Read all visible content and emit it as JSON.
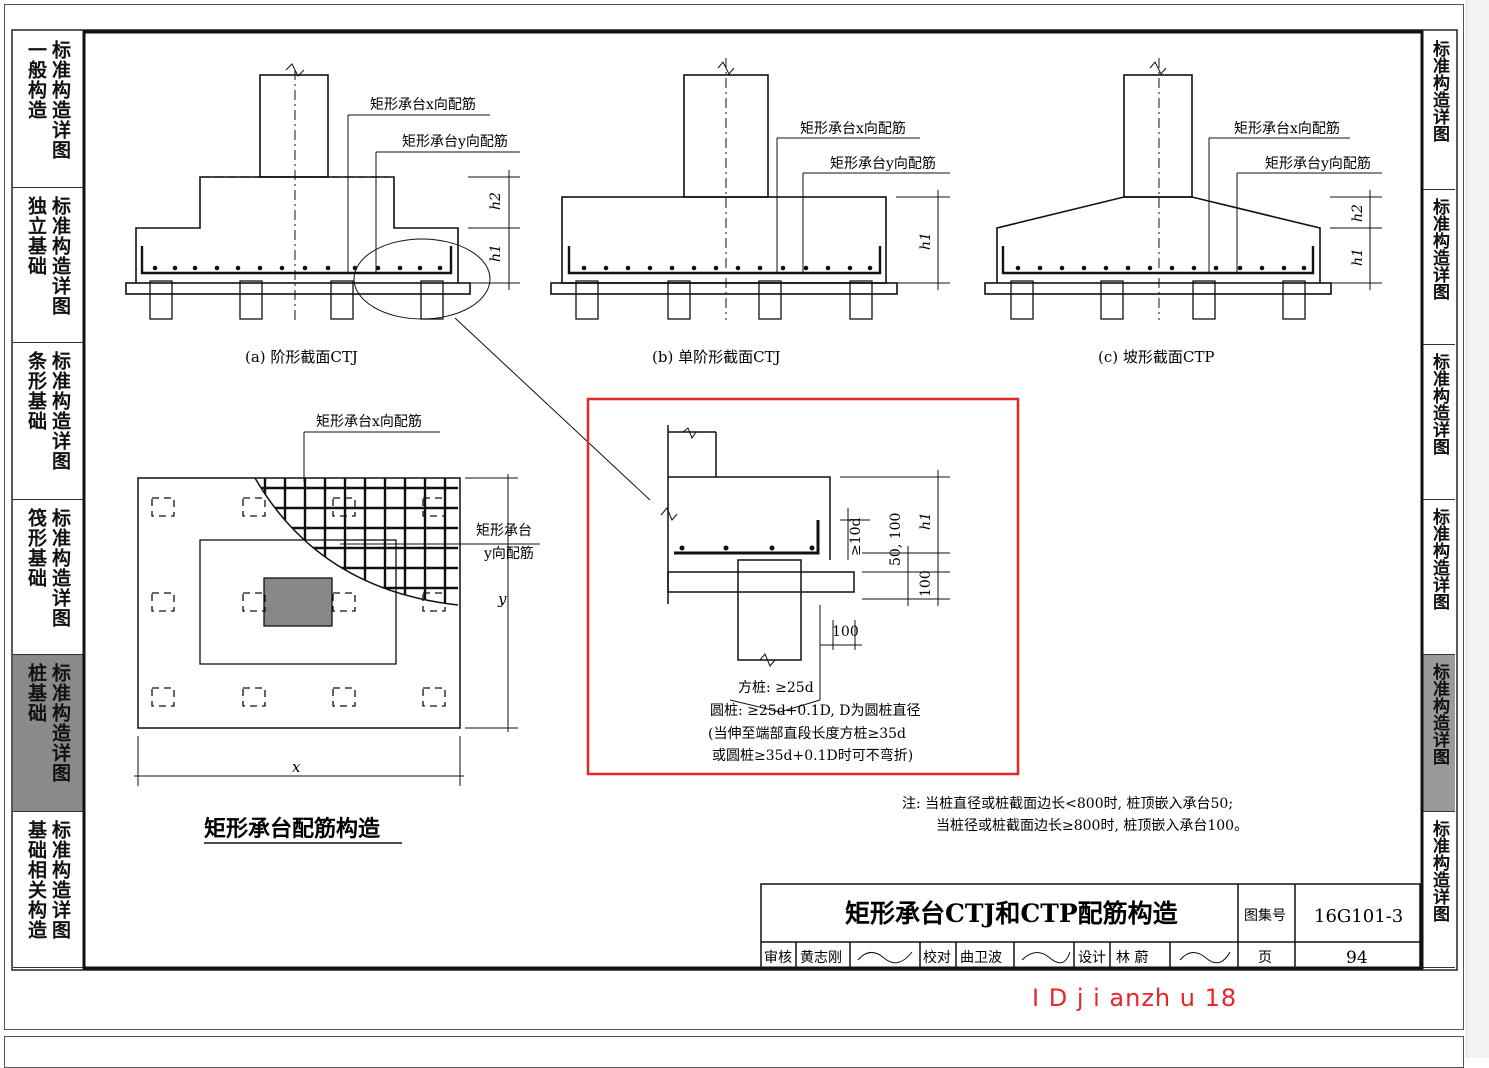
{
  "left_tabs": [
    {
      "cols": [
        "标准构造详图",
        "一般构造"
      ],
      "active": false
    },
    {
      "cols": [
        "标准构造详图",
        "独立基础"
      ],
      "active": false
    },
    {
      "cols": [
        "标准构造详图",
        "条形基础"
      ],
      "active": false
    },
    {
      "cols": [
        "标准构造详图",
        "筏形基础"
      ],
      "active": false
    },
    {
      "cols": [
        "标准构造详图",
        "桩基础"
      ],
      "active": true
    },
    {
      "cols": [
        "标准构造详图",
        "基础相关构造"
      ],
      "active": false
    }
  ],
  "right_tabs": [
    {
      "text": "标准构造详图",
      "active": false
    },
    {
      "text": "标准构造详图",
      "active": false
    },
    {
      "text": "标准构造详图",
      "active": false
    },
    {
      "text": "标准构造详图",
      "active": false
    },
    {
      "text": "标准构造详图",
      "active": true
    },
    {
      "text": "标准构造详图",
      "active": false
    }
  ],
  "sections": {
    "a": {
      "caption": "(a) 阶形截面CTJ",
      "x_label": "矩形承台x向配筋",
      "y_label": "矩形承台y向配筋",
      "h2": "h2",
      "h1": "h1"
    },
    "b": {
      "caption": "(b) 单阶形截面CTJ",
      "x_label": "矩形承台x向配筋",
      "y_label": "矩形承台y向配筋",
      "h1": "h1"
    },
    "c": {
      "caption": "(c) 坡形截面CTP",
      "x_label": "矩形承台x向配筋",
      "y_label": "矩形承台y向配筋",
      "h2": "h2",
      "h1": "h1"
    }
  },
  "plan": {
    "x_label": "矩形承台x向配筋",
    "y_label_1": "矩形承台",
    "y_label_2": "y向配筋",
    "dim_x": "x",
    "dim_y": "y",
    "title": "矩形承台配筋构造"
  },
  "detail": {
    "d1": "≥10d",
    "d2": "50, 100",
    "d3": "h1",
    "d4": "100",
    "d5": "100",
    "line1": "方桩: ≥25d",
    "line2": "圆桩: ≥25d+0.1D, D为圆桩直径",
    "line3": "(当伸至端部直段长度方桩≥35d",
    "line4": "或圆桩≥35d+0.1D时可不弯折)"
  },
  "note": {
    "line1": "注: 当桩直径或桩截面边长<800时, 桩顶嵌入承台50;",
    "line2": "当桩径或桩截面边长≥800时, 桩顶嵌入承台100。"
  },
  "title_block": {
    "title": "矩形承台CTJ和CTP配筋构造",
    "atlas_label": "图集号",
    "atlas_no": "16G101-3",
    "review_label": "审核",
    "reviewer": "黄志刚",
    "check_label": "校对",
    "checker": "曲卫波",
    "design_label": "设计",
    "designer": "林 蔚",
    "page_label": "页",
    "page_no": "94"
  },
  "watermark": "I D j i anzh u 18",
  "colors": {
    "highlight_box": "#e8262a",
    "active_tab": "#8a8a8a",
    "pile_cap_fill": "#888888"
  }
}
